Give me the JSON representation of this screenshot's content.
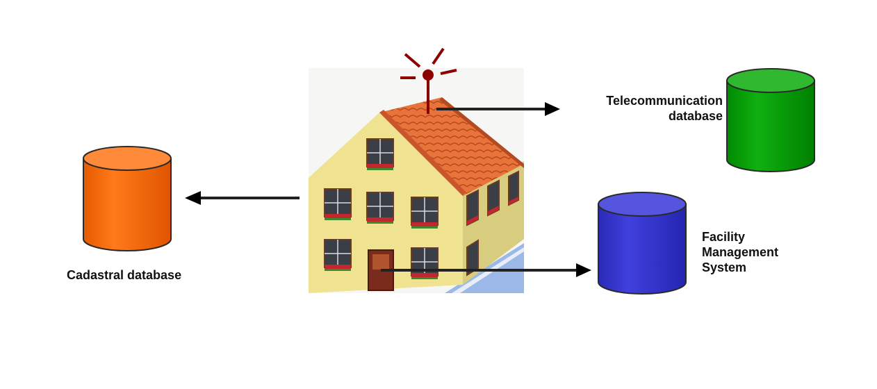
{
  "labels": {
    "cadastral": "Cadastral database",
    "telecom": [
      "Telecommunication",
      "database"
    ],
    "facility": [
      "Facility",
      "Management",
      "System"
    ]
  },
  "colors": {
    "cadastral_db": "#ff6600",
    "telecom_db": "#00a000",
    "facility_db": "#3333cc",
    "arrow": "#000000",
    "antenna": "#8b0000",
    "roof": "#e8743b",
    "wall": "#efe392"
  },
  "icons": {
    "house": "house-icon",
    "antenna": "antenna-icon",
    "database": "database-cylinder-icon"
  }
}
